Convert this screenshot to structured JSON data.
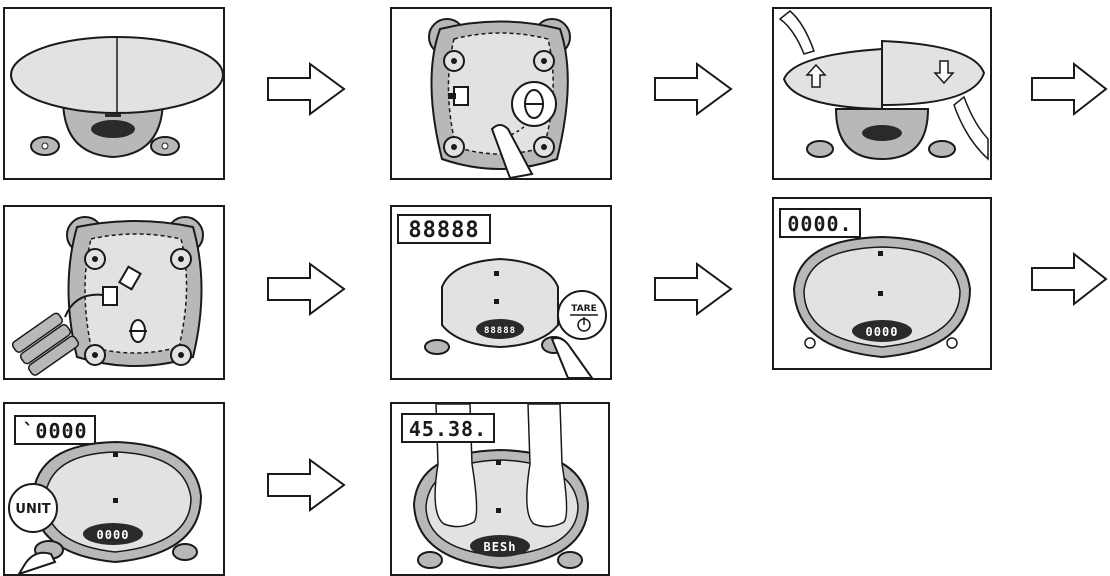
{
  "colors": {
    "outline": "#1a1a1a",
    "platform": "#e2e2e2",
    "body": "#b8b8b8",
    "dark": "#2a2a2a",
    "lcd_text": "#ffffff"
  },
  "displays": {
    "all_segments": "88888",
    "zero_small": "0000.",
    "zero_big": "`0000",
    "weight": "45.38.",
    "zero_on_scale": "0000",
    "weight_on_scale": "BESh"
  },
  "labels": {
    "tare": "TARE",
    "unit": "UNIT"
  },
  "icons": {
    "next": "right-arrow-icon",
    "up": "up-arrow-icon",
    "down": "down-arrow-icon"
  }
}
